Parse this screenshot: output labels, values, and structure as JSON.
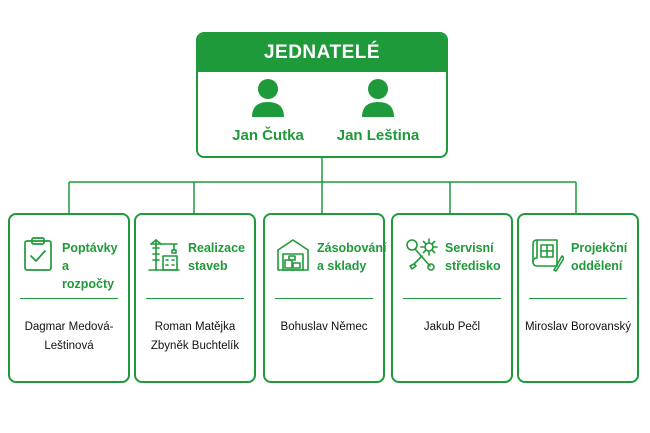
{
  "colors": {
    "accent": "#1f9a3a",
    "text": "#111111",
    "background": "#ffffff"
  },
  "header": {
    "title": "JEDNATELÉ",
    "people": [
      {
        "name": "Jan Čutka",
        "icon": "person-icon"
      },
      {
        "name": "Jan Leština",
        "icon": "person-icon"
      }
    ]
  },
  "departments": [
    {
      "title": [
        "Poptávky",
        "a rozpočty"
      ],
      "icon": "clipboard-check-icon",
      "people": [
        "Dagmar Medová-",
        "Leštinová"
      ]
    },
    {
      "title": [
        "Realizace",
        "staveb"
      ],
      "icon": "construction-crane-icon",
      "people": [
        "Roman Matějka",
        "Zbyněk Buchtelík"
      ]
    },
    {
      "title": [
        "Zásobování",
        "a sklady"
      ],
      "icon": "warehouse-icon",
      "people": [
        "Bohuslav Němec"
      ]
    },
    {
      "title": [
        "Servisní",
        "středisko"
      ],
      "icon": "wrench-gear-icon",
      "people": [
        "Jakub Pečl"
      ]
    },
    {
      "title": [
        "Projekční",
        "oddělení"
      ],
      "icon": "blueprint-pencil-icon",
      "people": [
        "Miroslav Borovanský"
      ]
    }
  ]
}
